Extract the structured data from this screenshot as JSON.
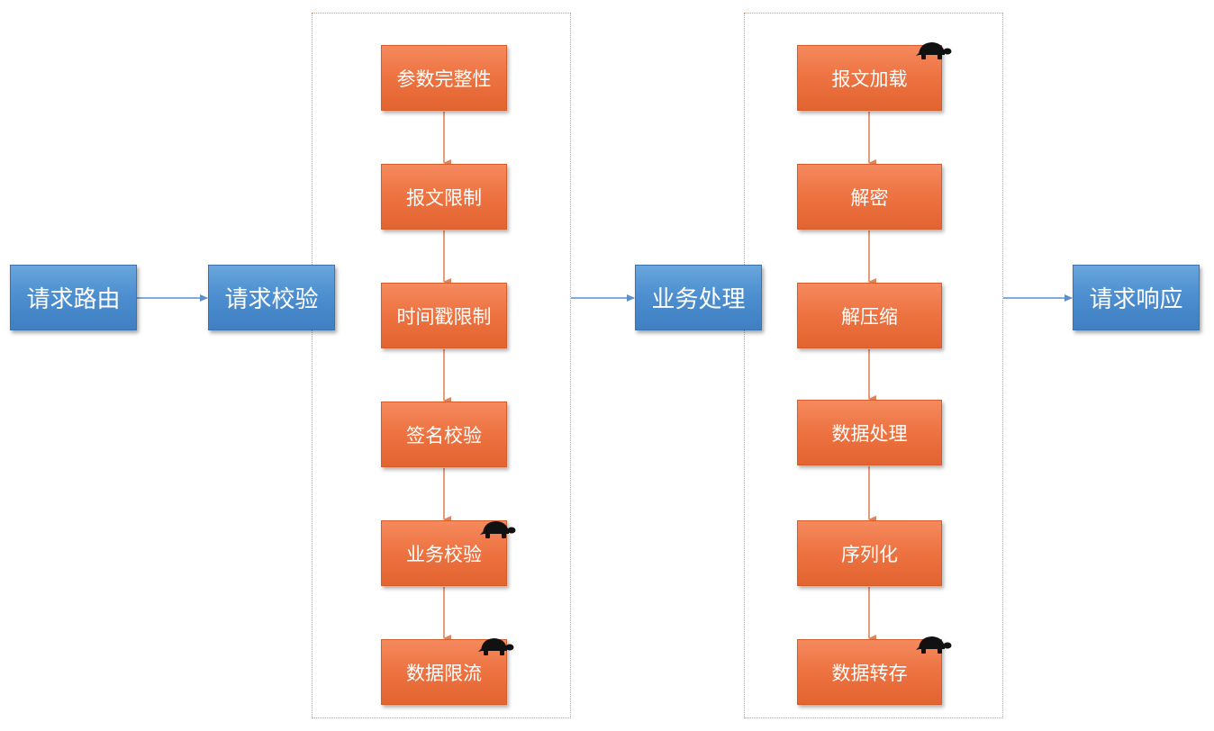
{
  "main_flow": {
    "route": "请求路由",
    "validate": "请求校验",
    "business": "业务处理",
    "response": "请求响应"
  },
  "validation_steps": [
    {
      "label": "参数完整性"
    },
    {
      "label": "报文限制"
    },
    {
      "label": "时间戳限制"
    },
    {
      "label": "签名校验"
    },
    {
      "label": "业务校验"
    },
    {
      "label": "数据限流"
    }
  ],
  "processing_steps": [
    {
      "label": "报文加载"
    },
    {
      "label": "解密"
    },
    {
      "label": "解压缩"
    },
    {
      "label": "数据处理"
    },
    {
      "label": "序列化"
    },
    {
      "label": "数据转存"
    }
  ],
  "colors": {
    "main_box": "#4d8fd0",
    "step_box": "#ee7443",
    "main_arrow": "#5b8fc9",
    "step_arrow": "#e0845a",
    "group_border": "#e6955c"
  },
  "icons": {
    "slow_marker": "turtle-icon"
  }
}
